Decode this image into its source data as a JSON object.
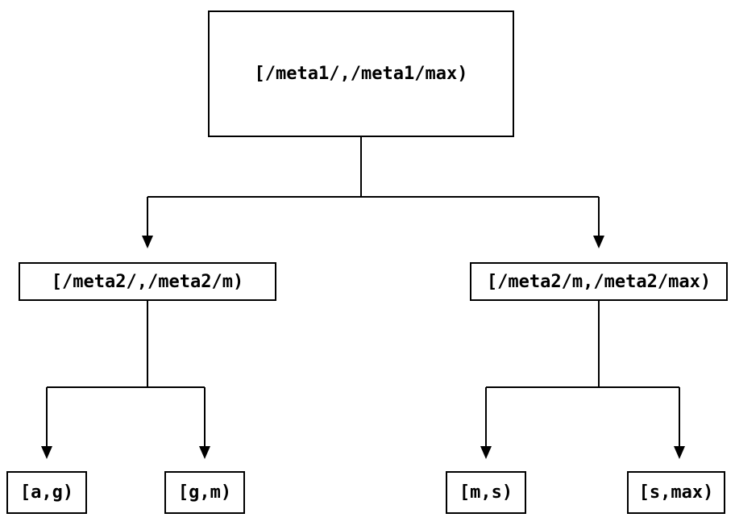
{
  "diagram": {
    "type": "tree",
    "background_color": "#ffffff",
    "line_color": "#000000",
    "box_border_color": "#000000",
    "text_color": "#000000",
    "nodes": {
      "root": {
        "label": "[/meta1/,/meta1/max)"
      },
      "left": {
        "label": "[/meta2/,/meta2/m)"
      },
      "right": {
        "label": "[/meta2/m,/meta2/max)"
      },
      "leaf_ag": {
        "label": "[a,g)"
      },
      "leaf_gm": {
        "label": "[g,m)"
      },
      "leaf_ms": {
        "label": "[m,s)"
      },
      "leaf_smax": {
        "label": "[s,max)"
      }
    },
    "edges": [
      {
        "from": "root",
        "to": "left"
      },
      {
        "from": "root",
        "to": "right"
      },
      {
        "from": "left",
        "to": "leaf_ag"
      },
      {
        "from": "left",
        "to": "leaf_gm"
      },
      {
        "from": "right",
        "to": "leaf_ms"
      },
      {
        "from": "right",
        "to": "leaf_smax"
      }
    ]
  }
}
